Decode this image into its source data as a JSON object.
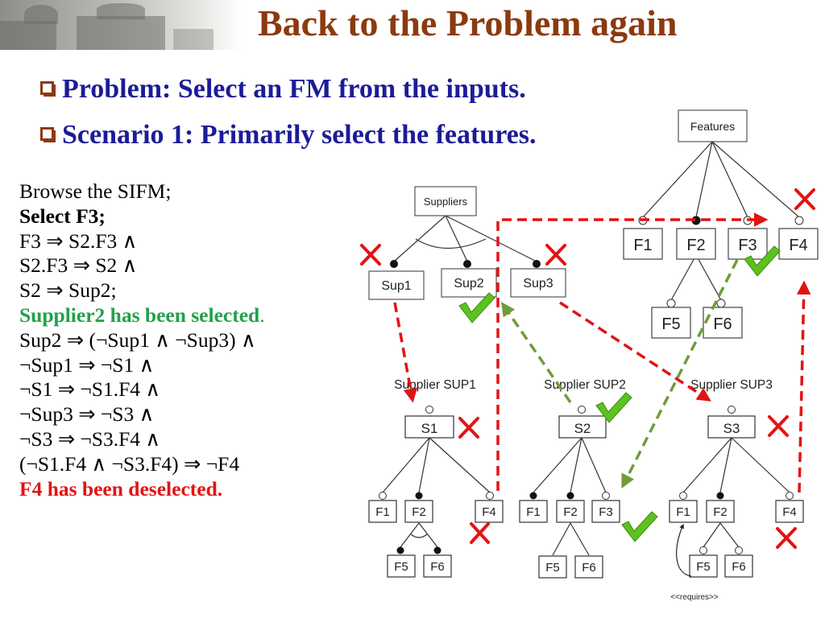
{
  "title": "Back to the Problem again",
  "bullets": [
    "Problem: Select an FM from the inputs.",
    "Scenario 1: Primarily select the features."
  ],
  "reasoning": {
    "browse": "Browse the SIFM;",
    "select": "Select F3;",
    "l1": "F3 ⇒ S2.F3 ∧",
    "l2": "S2.F3 ⇒ S2 ∧",
    "l3": "S2 ⇒ Sup2;",
    "sup2_selected": "Supplier2 has been selected",
    "sup2_period": ".",
    "l4": "Sup2 ⇒ (¬Sup1 ∧ ¬Sup3) ∧",
    "l5": "¬Sup1 ⇒ ¬S1 ∧",
    "l6": "¬S1 ⇒ ¬S1.F4 ∧",
    "l7": "¬Sup3 ⇒ ¬S3 ∧",
    "l8": "¬S3 ⇒ ¬S3.F4 ∧",
    "l9": "(¬S1.F4 ∧ ¬S3.F4) ⇒ ¬F4",
    "f4_deselected": "F4 has been deselected."
  },
  "diagram": {
    "features_root": "Features",
    "features": [
      "F1",
      "F2",
      "F3",
      "F4"
    ],
    "features_children": [
      "F5",
      "F6"
    ],
    "suppliers_root": "Suppliers",
    "suppliers": [
      "Sup1",
      "Sup2",
      "Sup3"
    ],
    "supplier_models": [
      {
        "title": "Supplier SUP1",
        "root": "S1",
        "children": [
          "F1",
          "F2",
          "F4"
        ],
        "grandchildren": [
          "F5",
          "F6"
        ]
      },
      {
        "title": "Supplier SUP2",
        "root": "S2",
        "children": [
          "F1",
          "F2",
          "F3"
        ],
        "grandchildren": [
          "F5",
          "F6"
        ]
      },
      {
        "title": "Supplier SUP3",
        "root": "S3",
        "children": [
          "F1",
          "F2",
          "F4"
        ],
        "grandchildren": [
          "F5",
          "F6"
        ]
      }
    ],
    "requires_label": "<<requires>>"
  },
  "colors": {
    "title": "#8b3a0f",
    "bullet_text": "#1c1c98",
    "selected": "#22a14a",
    "deselected": "#e31313",
    "arrow_red": "#e31313",
    "arrow_green": "#6f9c3b",
    "check_green": "#5cc21d"
  },
  "icons": [
    "cross-icon",
    "check-icon",
    "bullet-box-icon"
  ]
}
